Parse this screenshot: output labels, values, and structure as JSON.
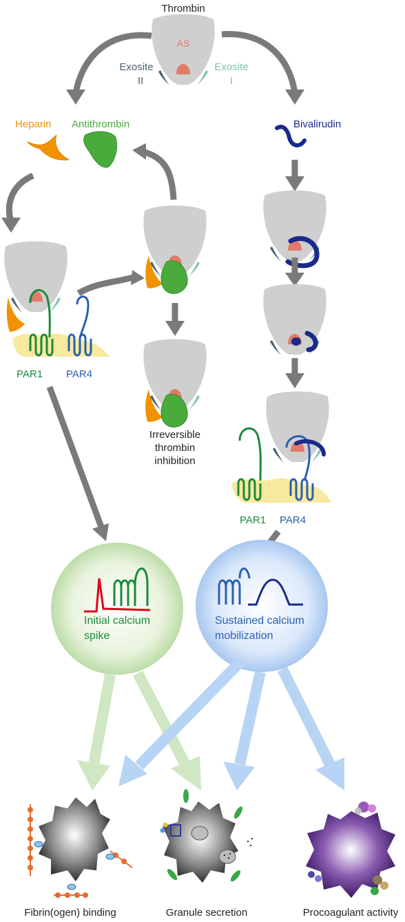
{
  "top": {
    "title": "Thrombin",
    "active_site": "AS",
    "exosite2_line1": "Exosite",
    "exosite2_line2": "II",
    "exosite1_line1": "Exosite",
    "exosite1_line2": "I"
  },
  "left": {
    "heparin": "Heparin",
    "antithrombin": "Antithrombin",
    "par1": "PAR1",
    "par4": "PAR4",
    "irreversible_1": "Irreversible",
    "irreversible_2": "thrombin",
    "irreversible_3": "inhibition"
  },
  "right": {
    "bivalirudin": "Bivalirudin",
    "par1": "PAR1",
    "par4": "PAR4"
  },
  "bubbles": {
    "initial_1": "Initial calcium",
    "initial_2": "spike",
    "sustained_1": "Sustained calcium",
    "sustained_2": "mobilization"
  },
  "outcomes": {
    "fibrin": "Fibrin(ogen) binding",
    "granule": "Granule secretion",
    "procoag": "Procoagulant activity"
  },
  "colors": {
    "thrombin_gray": "#cfcfcf",
    "active_site": "#e07b6a",
    "exosite2": "#4a6271",
    "exosite1": "#7dc4b3",
    "heparin": "#f39200",
    "antithrombin": "#4aab3c",
    "bivalirudin": "#1b2a8a",
    "par1": "#1a8a3a",
    "par4": "#2a5fb0",
    "arrow": "#7a7a7a",
    "spike": "#e2001a"
  }
}
